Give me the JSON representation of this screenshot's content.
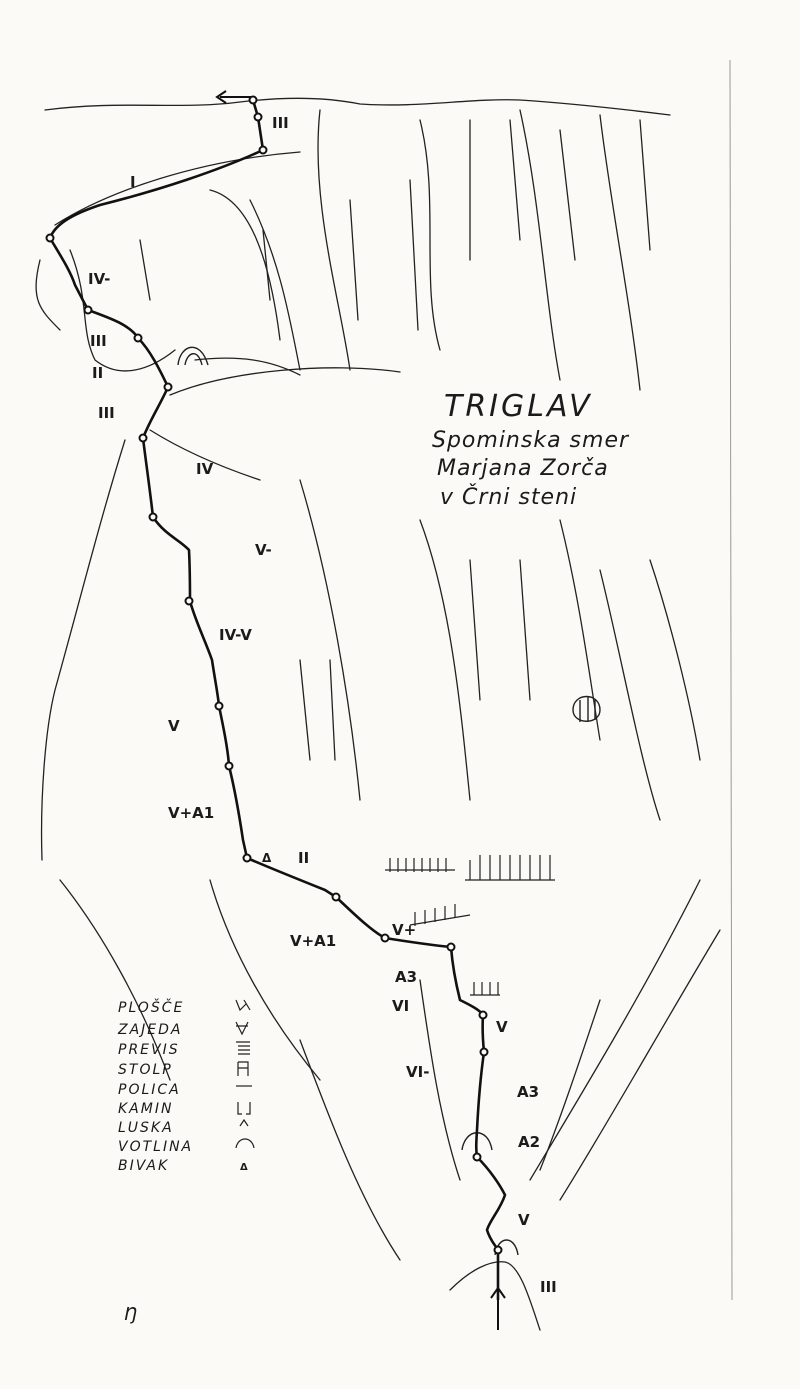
{
  "title": "TRIGLAV",
  "subtitle_lines": [
    "Spominska smer",
    "Marjana Zorča",
    "v Črni steni"
  ],
  "grades": [
    "III",
    "I",
    "IV-",
    "III",
    "II",
    "III",
    "IV",
    "V-",
    "IV-V",
    "V",
    "V+A1",
    "II",
    "V+A1",
    "V+",
    "A3",
    "VI",
    "VI-",
    "V",
    "A3",
    "A2",
    "V",
    "III"
  ],
  "legend": [
    "PLOŠČE",
    "ZAJEDA",
    "PREVIS",
    "STOLP",
    "POLICA",
    "KAMIN",
    "LUSKA",
    "VOTLINA",
    "BIVAK"
  ],
  "corner_mark": "Ŋ"
}
